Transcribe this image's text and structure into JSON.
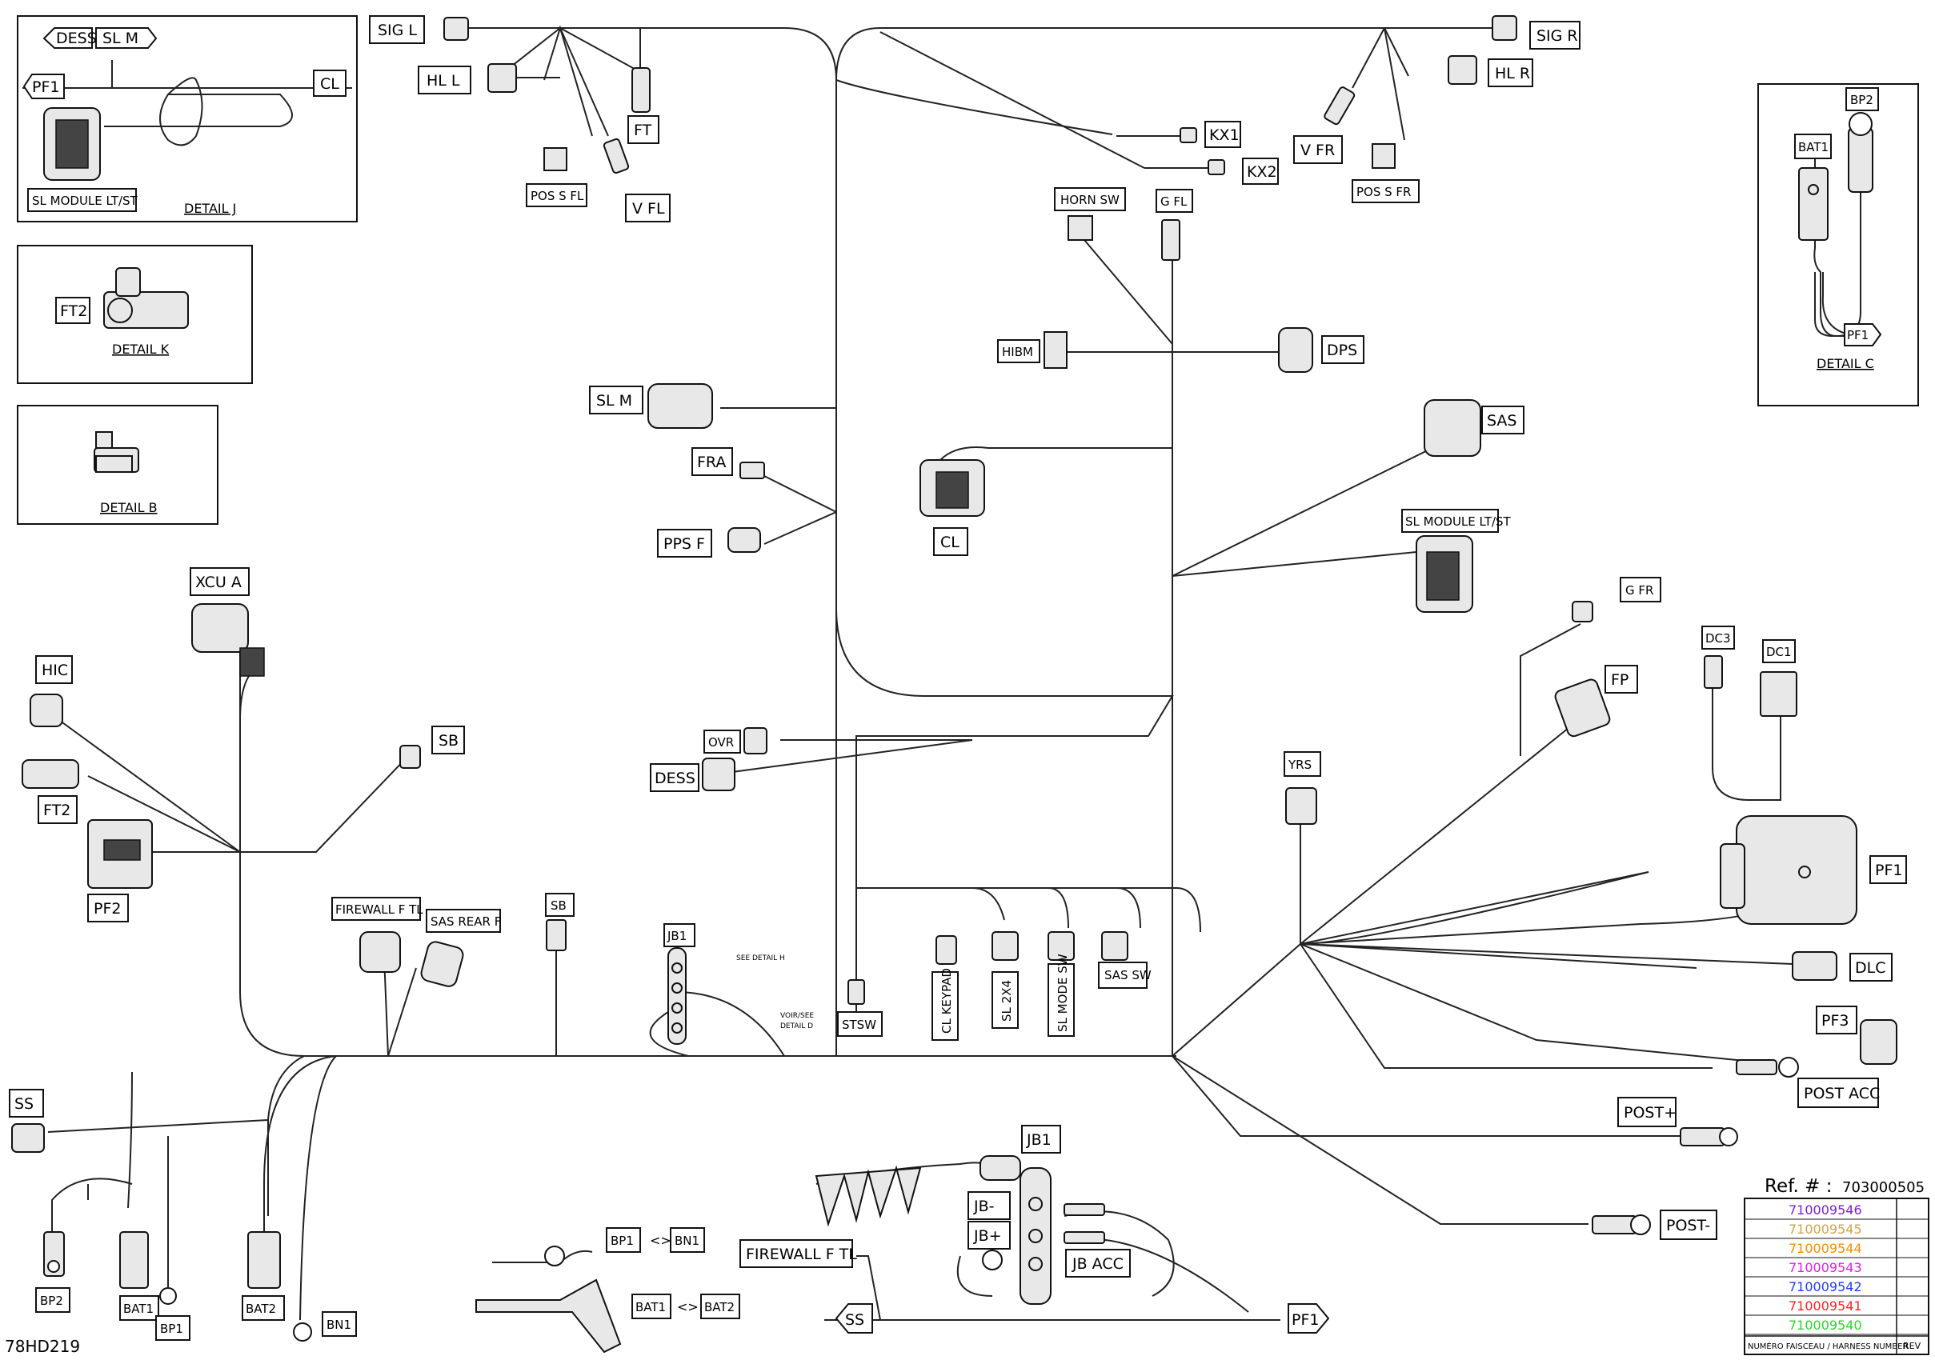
{
  "drawing_id": "78HD219",
  "details": {
    "j": "DETAIL J",
    "k": "DETAIL K",
    "b": "DETAIL B",
    "c": "DETAIL C"
  },
  "labels": {
    "dess": "DESS",
    "sl_m": "SL M",
    "pf1": "PF1",
    "cl": "CL",
    "sl_module": "SL MODULE LT/ST",
    "ft2": "FT2",
    "sig_l": "SIG L",
    "hl_l": "HL L",
    "ft": "FT",
    "pos_s_fl": "POS S FL",
    "v_fl": "V FL",
    "kx1": "KX1",
    "kx2": "KX2",
    "horn_sw": "HORN SW",
    "g_fl": "G FL",
    "sig_r": "SIG R",
    "hl_r": "HL R",
    "v_fr": "V FR",
    "pos_s_fr": "POS S FR",
    "bp2": "BP2",
    "bat1": "BAT1",
    "hibm": "HIBM",
    "dps": "DPS",
    "fra": "FRA",
    "pps_f": "PPS F",
    "sas": "SAS",
    "xcu_a": "XCU A",
    "hic": "HIC",
    "sb": "SB",
    "pf2": "PF2",
    "g_fr": "G FR",
    "fp": "FP",
    "dc3": "DC3",
    "dc1": "DC1",
    "ovr": "OVR",
    "yrs": "YRS",
    "firewall_f_tl": "FIREWALL F TL",
    "sas_rear_f": "SAS REAR F",
    "jb1": "JB1",
    "see_detail_h": "SEE DETAIL H",
    "voir_see": "VOIR/SEE",
    "detail_d": "DETAIL D",
    "stsw": "STSW",
    "cl_keypad": "CL KEYPAD",
    "sl_2x4": "SL 2X4",
    "sl_mode_sw": "SL MODE SW",
    "sas_sw": "SAS SW",
    "dlc": "DLC",
    "pf3": "PF3",
    "post_acc": "POST ACC",
    "ss": "SS",
    "post_plus": "POST+",
    "post_minus": "POST-",
    "bat2": "BAT2",
    "bp1": "BP1",
    "bn1": "BN1",
    "jb_minus": "JB-",
    "jb_plus": "JB+",
    "jb_acc": "JB ACC",
    "swap_bp": "<>",
    "swap_bat": "<>"
  },
  "ref_table": {
    "title": "Ref. # :",
    "number": "703000505",
    "rows": [
      {
        "code": "710009546",
        "color": "#7a1fd6"
      },
      {
        "code": "710009545",
        "color": "#d4a24a"
      },
      {
        "code": "710009544",
        "color": "#ff8a00"
      },
      {
        "code": "710009543",
        "color": "#e51fe5"
      },
      {
        "code": "710009542",
        "color": "#1f3cff"
      },
      {
        "code": "710009541",
        "color": "#ff1f1f"
      },
      {
        "code": "710009540",
        "color": "#2ad62a"
      }
    ],
    "footer_left": "NUMÉRO FAISCEAU / HARNESS NUMBER",
    "footer_right": "REV"
  }
}
